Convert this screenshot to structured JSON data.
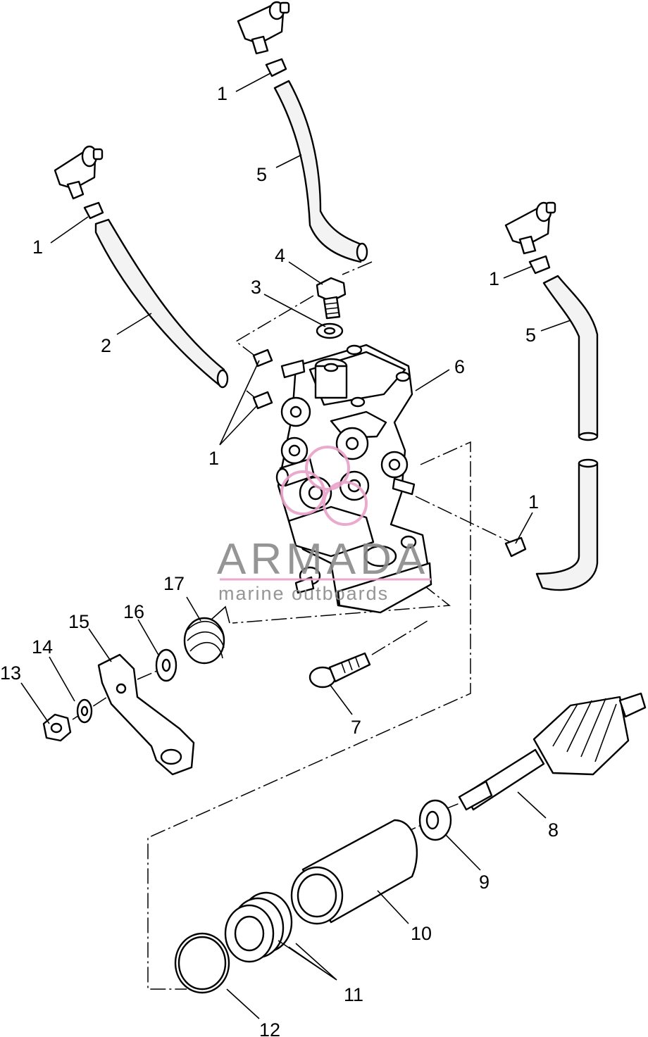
{
  "watermark": {
    "brand": "ARMADA",
    "tagline": "marine outboards",
    "accent_color": "#e8a0c8",
    "text_color": "#8a8a8a"
  },
  "callouts": {
    "c1a": "1",
    "c1b": "1",
    "c1c": "1",
    "c1d": "1",
    "c1e": "1",
    "c2": "2",
    "c3": "3",
    "c4": "4",
    "c5a": "5",
    "c5b": "5",
    "c6": "6",
    "c7": "7",
    "c8": "8",
    "c9": "9",
    "c10": "10",
    "c11": "11",
    "c12": "12",
    "c13": "13",
    "c14": "14",
    "c15": "15",
    "c16": "16",
    "c17": "17"
  }
}
